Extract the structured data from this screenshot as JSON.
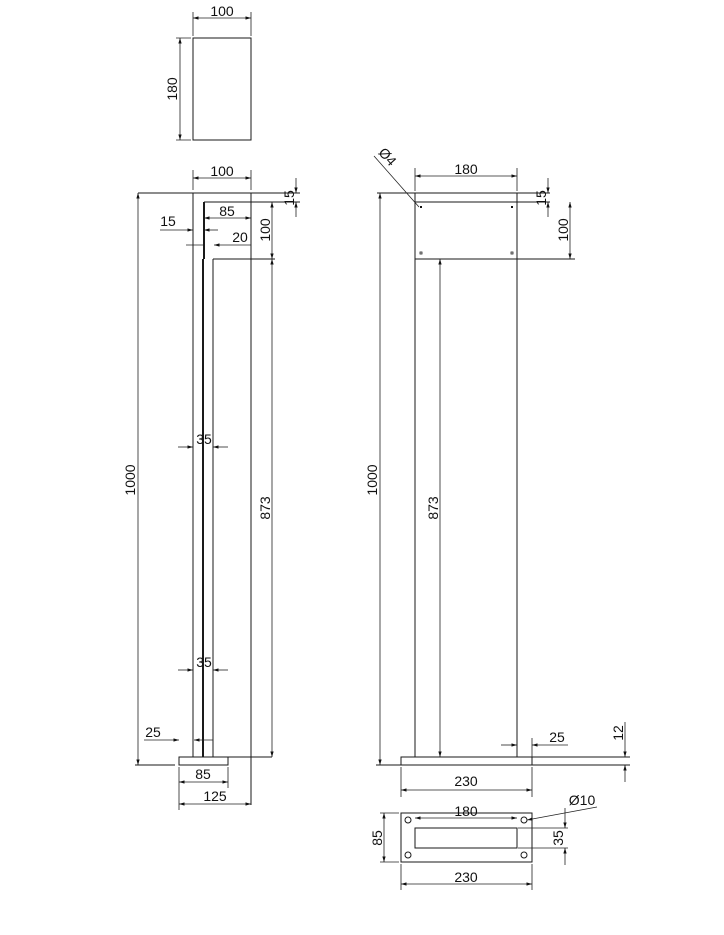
{
  "drawing": {
    "top_view": {
      "width": "100",
      "height": "180"
    },
    "side_view": {
      "top_width": "100",
      "top_gap": "15",
      "box_width": "85",
      "wall": "15",
      "inset": "20",
      "box_height": "100",
      "total_height": "1000",
      "pole_height": "873",
      "pole_width_upper": "35",
      "pole_width_lower": "35",
      "base_offset": "25",
      "base_width": "85",
      "overall_depth": "125"
    },
    "front_view": {
      "hole_dia": "Ø4",
      "width": "180",
      "top_gap": "15",
      "box_height": "100",
      "total_height": "1000",
      "pole_height": "873",
      "base_offset": "25",
      "base_thickness": "12",
      "base_width": "230"
    },
    "base_plan": {
      "hole_spacing": "180",
      "hole_dia": "Ø10",
      "slot_width": "35",
      "depth": "85",
      "width": "230"
    }
  }
}
